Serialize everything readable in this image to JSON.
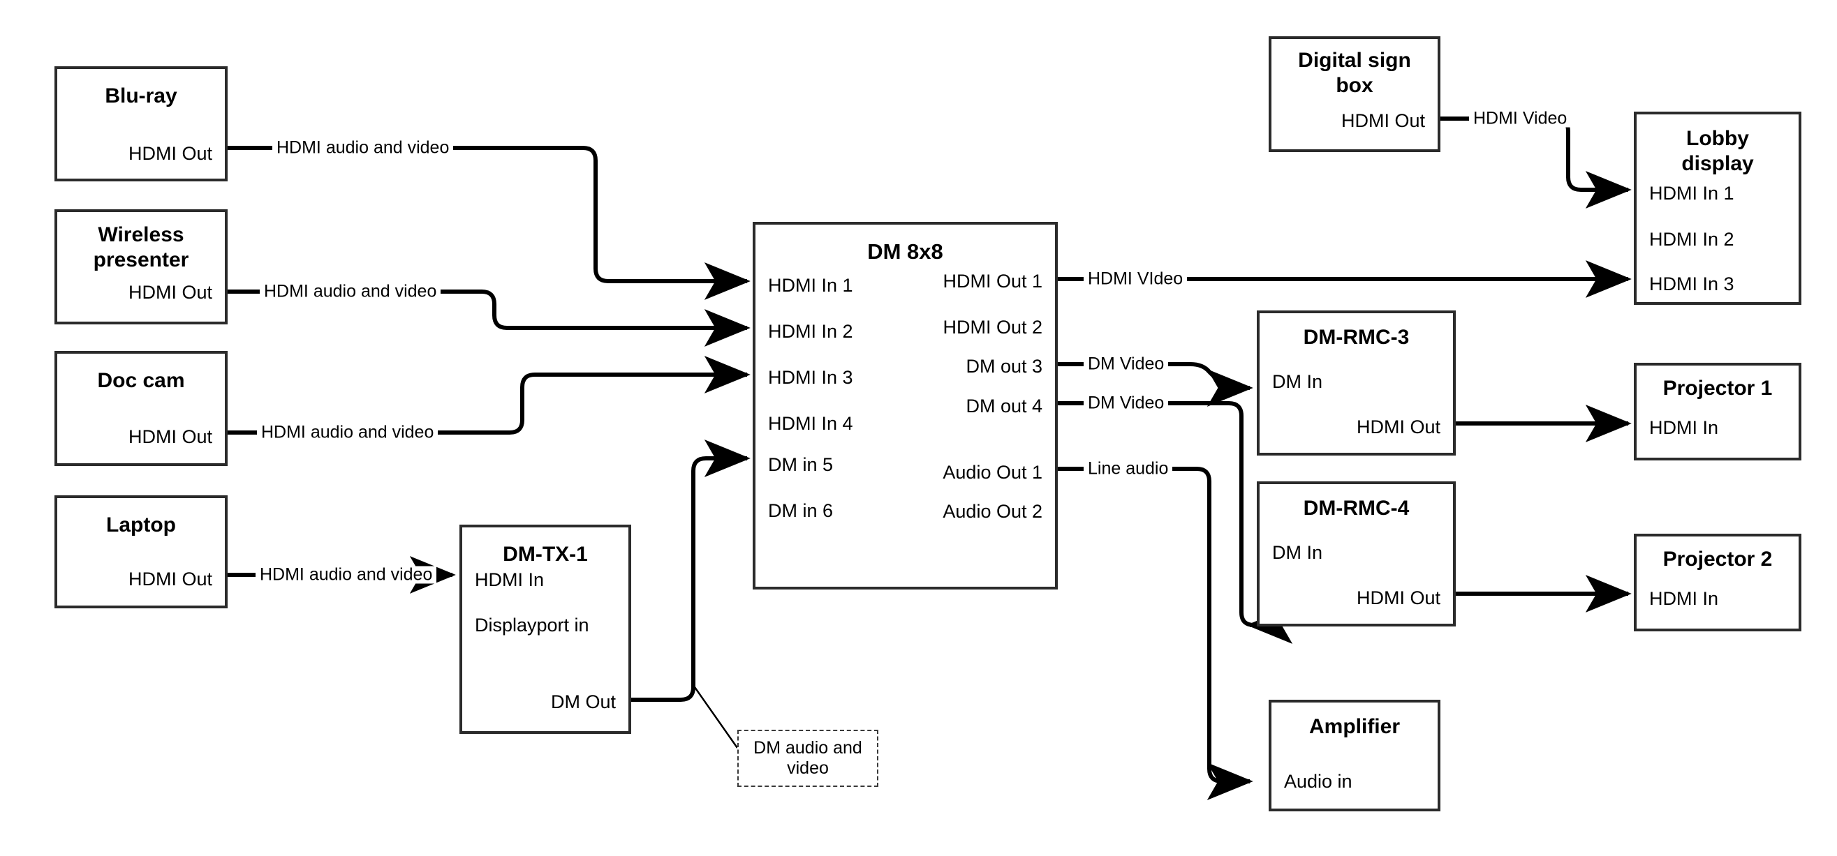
{
  "diagram": {
    "title": "AV signal flow",
    "line_color": "#000000",
    "box_border_color": "#2b2b2b",
    "background": "#ffffff"
  },
  "nodes": [
    {
      "id": "bluray",
      "title": "Blu-ray",
      "ports_right": [
        "HDMI Out"
      ]
    },
    {
      "id": "wireless",
      "title": "Wireless\npresenter",
      "ports_right": [
        "HDMI Out"
      ]
    },
    {
      "id": "doccam",
      "title": "Doc cam",
      "ports_right": [
        "HDMI Out"
      ]
    },
    {
      "id": "laptop",
      "title": "Laptop",
      "ports_right": [
        "HDMI Out"
      ]
    },
    {
      "id": "dmtx1",
      "title": "DM-TX-1",
      "ports_left": [
        "HDMI In",
        "Displayport in"
      ],
      "ports_right": [
        "DM Out"
      ]
    },
    {
      "id": "dm8x8",
      "title": "DM 8x8",
      "ports_left": [
        "HDMI In 1",
        "HDMI In 2",
        "HDMI In 3",
        "HDMI In 4",
        "DM in 5",
        "DM in 6"
      ],
      "ports_right": [
        "HDMI Out 1",
        "HDMI Out 2",
        "DM out 3",
        "DM out 4",
        "Audio Out 1",
        "Audio Out 2"
      ]
    },
    {
      "id": "signbox",
      "title": "Digital sign\nbox",
      "ports_right": [
        "HDMI Out"
      ]
    },
    {
      "id": "lobby",
      "title": "Lobby\ndisplay",
      "ports_left": [
        "HDMI In 1",
        "HDMI In 2",
        "HDMI In 3"
      ]
    },
    {
      "id": "rmc3",
      "title": "DM-RMC-3",
      "ports_left": [
        "DM In"
      ],
      "ports_right": [
        "HDMI Out"
      ]
    },
    {
      "id": "rmc4",
      "title": "DM-RMC-4",
      "ports_left": [
        "DM In"
      ],
      "ports_right": [
        "HDMI Out"
      ]
    },
    {
      "id": "proj1",
      "title": "Projector 1",
      "ports_left": [
        "HDMI In"
      ]
    },
    {
      "id": "proj2",
      "title": "Projector 2",
      "ports_left": [
        "HDMI In"
      ]
    },
    {
      "id": "amp",
      "title": "Amplifier",
      "ports_left": [
        "Audio in"
      ]
    }
  ],
  "labels": {
    "bluray_title": "Blu-ray",
    "bluray_out": "HDMI Out",
    "wireless_title_1": "Wireless",
    "wireless_title_2": "presenter",
    "wireless_out": "HDMI Out",
    "doccam_title": "Doc cam",
    "doccam_out": "HDMI Out",
    "laptop_title": "Laptop",
    "laptop_out": "HDMI Out",
    "dmtx1_title": "DM-TX-1",
    "dmtx1_hdmi_in": "HDMI In",
    "dmtx1_dp_in": "Displayport in",
    "dmtx1_dm_out": "DM Out",
    "dm8x8_title": "DM 8x8",
    "dm8x8_in1": "HDMI In 1",
    "dm8x8_in2": "HDMI In 2",
    "dm8x8_in3": "HDMI In 3",
    "dm8x8_in4": "HDMI In 4",
    "dm8x8_in5": "DM in 5",
    "dm8x8_in6": "DM in 6",
    "dm8x8_out1": "HDMI Out 1",
    "dm8x8_out2": "HDMI Out 2",
    "dm8x8_out3": "DM out 3",
    "dm8x8_out4": "DM out 4",
    "dm8x8_aout1": "Audio Out 1",
    "dm8x8_aout2": "Audio Out 2",
    "signbox_title_1": "Digital sign",
    "signbox_title_2": "box",
    "signbox_out": "HDMI Out",
    "lobby_title_1": "Lobby",
    "lobby_title_2": "display",
    "lobby_in1": "HDMI In 1",
    "lobby_in2": "HDMI In 2",
    "lobby_in3": "HDMI In 3",
    "rmc3_title": "DM-RMC-3",
    "rmc3_in": "DM In",
    "rmc3_out": "HDMI Out",
    "rmc4_title": "DM-RMC-4",
    "rmc4_in": "DM In",
    "rmc4_out": "HDMI Out",
    "proj1_title": "Projector 1",
    "proj1_in": "HDMI In",
    "proj2_title": "Projector 2",
    "proj2_in": "HDMI In",
    "amp_title": "Amplifier",
    "amp_in": "Audio in"
  },
  "connections": [
    {
      "id": "c1",
      "from": "bluray.HDMI Out",
      "to": "dm8x8.HDMI In 1",
      "label": "HDMI audio and video"
    },
    {
      "id": "c2",
      "from": "wireless.HDMI Out",
      "to": "dm8x8.HDMI In 2",
      "label": "HDMI audio and video"
    },
    {
      "id": "c3",
      "from": "doccam.HDMI Out",
      "to": "dm8x8.HDMI In 3",
      "label": "HDMI audio and video"
    },
    {
      "id": "c4",
      "from": "laptop.HDMI Out",
      "to": "dmtx1.HDMI In",
      "label": "HDMI audio and video"
    },
    {
      "id": "c5",
      "from": "dmtx1.DM Out",
      "to": "dm8x8.DM in 5",
      "label": "DM audio and video"
    },
    {
      "id": "c6",
      "from": "dm8x8.HDMI Out 1",
      "to": "lobby.HDMI In 3",
      "label": "HDMI VIdeo"
    },
    {
      "id": "c7",
      "from": "dm8x8.DM out 3",
      "to": "rmc3.DM In",
      "label": "DM Video"
    },
    {
      "id": "c8",
      "from": "dm8x8.DM out 4",
      "to": "rmc4.DM In",
      "label": "DM Video"
    },
    {
      "id": "c9",
      "from": "dm8x8.Audio Out 1",
      "to": "amp.Audio in",
      "label": "Line audio"
    },
    {
      "id": "c10",
      "from": "signbox.HDMI Out",
      "to": "lobby.HDMI In 1",
      "label": "HDMI Video"
    },
    {
      "id": "c11",
      "from": "rmc3.HDMI Out",
      "to": "proj1.HDMI In",
      "label": ""
    },
    {
      "id": "c12",
      "from": "rmc4.HDMI Out",
      "to": "proj2.HDMI In",
      "label": ""
    }
  ],
  "wire_labels": {
    "bluray": "HDMI audio and video",
    "wireless": "HDMI audio and video",
    "doccam": "HDMI audio and video",
    "laptop": "HDMI audio and video",
    "dmtx_callout_1": "DM audio and",
    "dmtx_callout_2": "video",
    "hdmi_video_out1": "HDMI VIdeo",
    "dm_video_3": "DM Video",
    "dm_video_4": "DM Video",
    "line_audio": "Line audio",
    "signbox_hdmi": "HDMI Video"
  }
}
